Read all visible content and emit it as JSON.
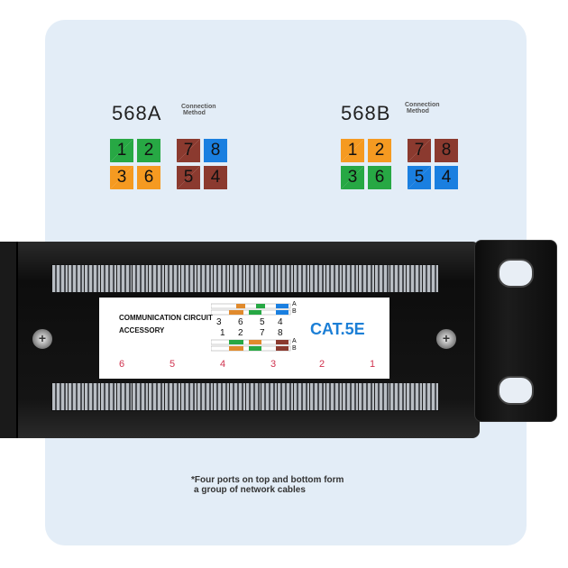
{
  "standards": [
    {
      "title": "568A",
      "subtitle_line1": "Connection",
      "subtitle_line2": "Method",
      "pairs": [
        {
          "label": "1",
          "color": "#27a844",
          "striped": true
        },
        {
          "label": "2",
          "color": "#27a844",
          "striped": false
        },
        {
          "label": "7",
          "color": "#8b3a2f",
          "striped": true
        },
        {
          "label": "8",
          "color": "#1a7fe0",
          "striped": false
        },
        {
          "label": "3",
          "color": "#f59a21",
          "striped": true
        },
        {
          "label": "6",
          "color": "#f59a21",
          "striped": false
        },
        {
          "label": "5",
          "color": "#8b3a2f",
          "striped": true
        },
        {
          "label": "4",
          "color": "#8b3a2f",
          "striped": false
        }
      ]
    },
    {
      "title": "568B",
      "subtitle_line1": "Connection",
      "subtitle_line2": "Method",
      "pairs": [
        {
          "label": "1",
          "color": "#f59a21",
          "striped": true
        },
        {
          "label": "2",
          "color": "#f59a21",
          "striped": false
        },
        {
          "label": "7",
          "color": "#8b3a2f",
          "striped": true
        },
        {
          "label": "8",
          "color": "#8b3a2f",
          "striped": false
        },
        {
          "label": "3",
          "color": "#27a844",
          "striped": true
        },
        {
          "label": "6",
          "color": "#27a844",
          "striped": false
        },
        {
          "label": "5",
          "color": "#1a7fe0",
          "striped": true
        },
        {
          "label": "4",
          "color": "#1a7fe0",
          "striped": false
        }
      ]
    }
  ],
  "panel_label": {
    "line1": "COMMUNICATION CIRCUIT",
    "line2": "ACCESSORY",
    "category": "CAT.5E",
    "top_pins": [
      "3",
      "6",
      "5",
      "4"
    ],
    "bottom_pins": [
      "1",
      "2",
      "7",
      "8"
    ],
    "ab_top": [
      "A",
      "B"
    ],
    "ab_bottom": [
      "A",
      "B"
    ],
    "port_numbers": [
      "6",
      "5",
      "4",
      "3",
      "2",
      "1"
    ]
  },
  "note": {
    "line1": "*Four ports on top and bottom form",
    "line2": "a group of network cables"
  }
}
